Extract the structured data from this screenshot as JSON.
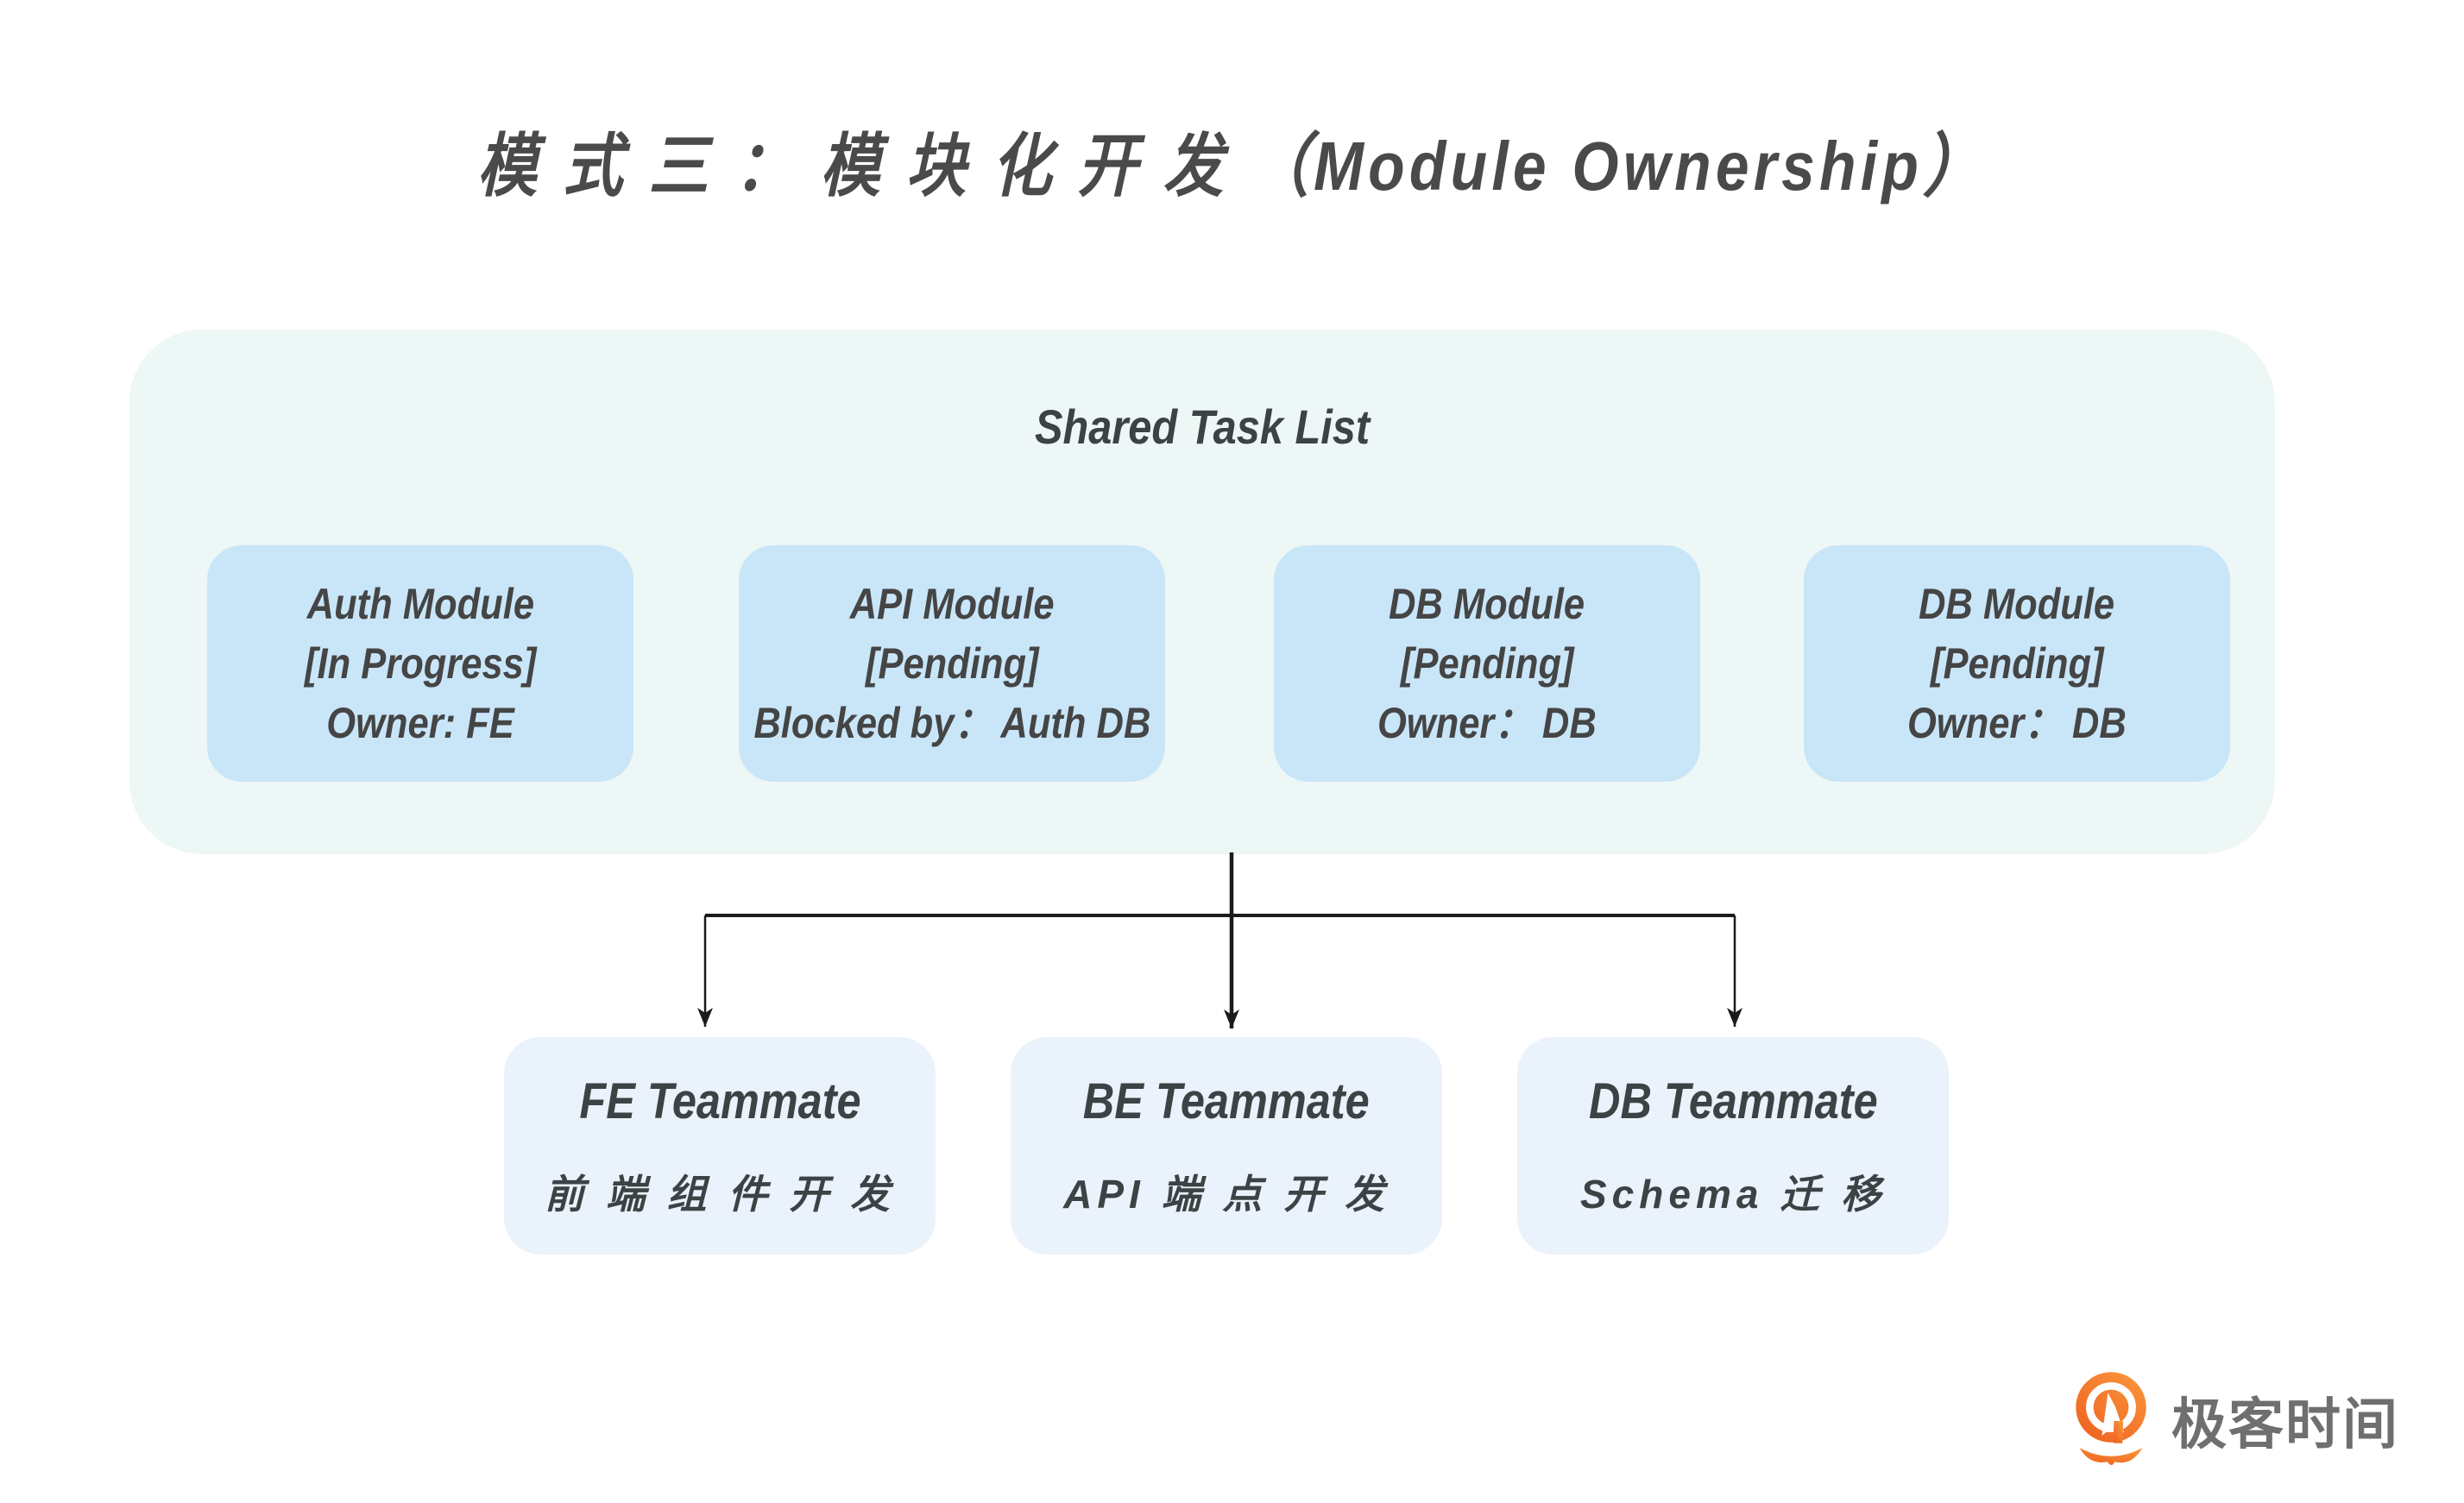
{
  "title": "模 式 三 ： 模 块 化 开 发 （Module Ownership）",
  "shared_panel": {
    "label": "Shared Task List",
    "modules": [
      {
        "name": "Auth Module",
        "status": "[In Progress]",
        "meta": "Owner: FE"
      },
      {
        "name": "API Module",
        "status": "[Pending]",
        "meta": "Blocked by： Auth DB"
      },
      {
        "name": "DB Module",
        "status": "[Pending]",
        "meta": "Owner： DB"
      },
      {
        "name": "DB Module",
        "status": "[Pending]",
        "meta": "Owner： DB"
      }
    ]
  },
  "teammates": [
    {
      "role": "FE Teammate",
      "task": "前 端 组 件 开 发"
    },
    {
      "role": "BE Teammate",
      "task": "API 端 点 开 发"
    },
    {
      "role": "DB Teammate",
      "task": "Schema 迁 移"
    }
  ],
  "footer": {
    "brand": "极客时间"
  },
  "colors": {
    "background": "#ffffff",
    "panel_bg": "#edf7f5",
    "module_box_bg": "#c9e6f9",
    "teammate_box_bg": "#eaf2fb",
    "text_dark": "#454545",
    "title_text": "#4a4a4a",
    "arrow": "#1b1b1b",
    "brand_orange": "#f06a24",
    "brand_orange_light": "#f9933a",
    "brand_text": "#6f6f6f"
  }
}
